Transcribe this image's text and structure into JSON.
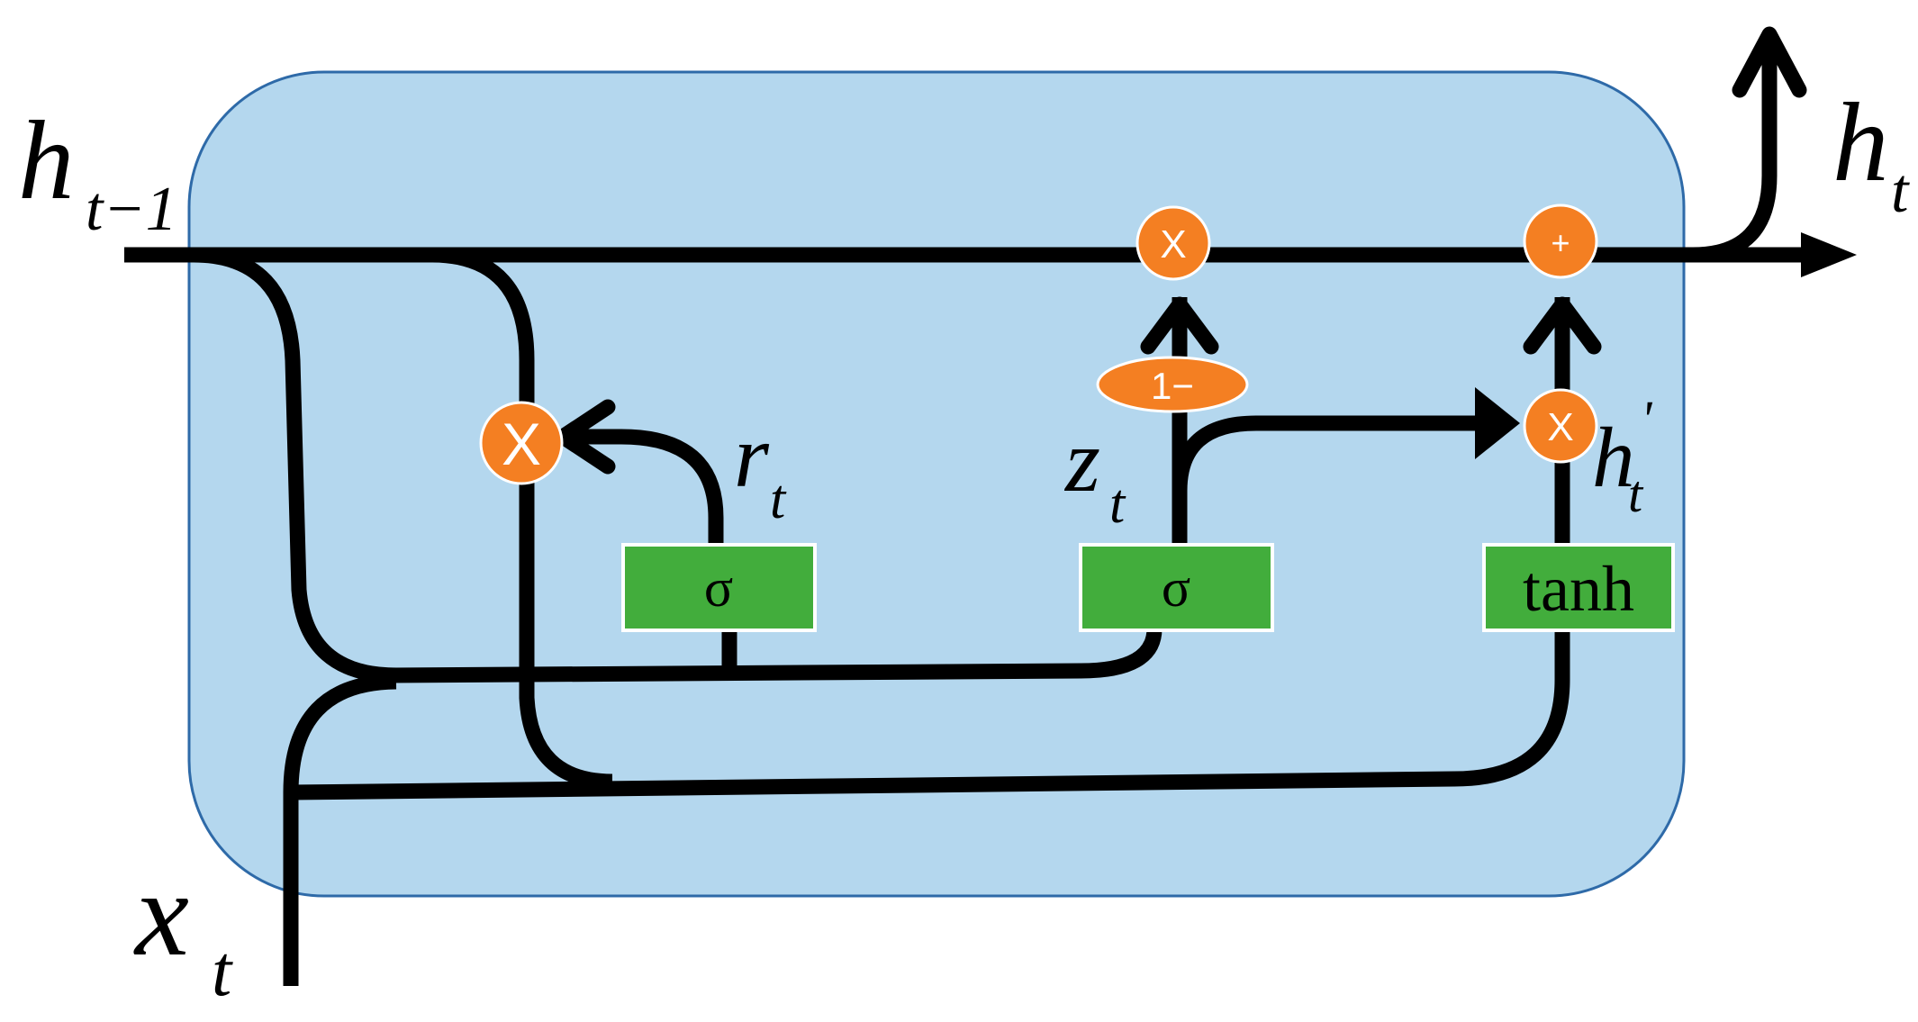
{
  "labels": {
    "h_prev": {
      "main": "h",
      "sub": "t−1"
    },
    "h_out": {
      "main": "h",
      "sub": "t"
    },
    "x_in": {
      "main": "x",
      "sub": "t"
    },
    "reset": {
      "main": "r",
      "sub": "t"
    },
    "update": {
      "main": "z",
      "sub": "t"
    },
    "candidate": {
      "main": "h",
      "sub": "t",
      "sup": "'"
    }
  },
  "gates": {
    "reset_gate": "σ",
    "update_gate": "σ",
    "candidate_gate": "tanh"
  },
  "operators": {
    "reset_multiply": "X",
    "update_multiply": "X",
    "candidate_multiply": "X",
    "output_add": "+",
    "one_minus": "1−"
  },
  "colors": {
    "cell_fill": "#b4d7ee",
    "cell_stroke": "#2e6aa8",
    "gate_fill": "#42ad3c",
    "operator_fill": "#f47f22",
    "wire": "#000000"
  }
}
